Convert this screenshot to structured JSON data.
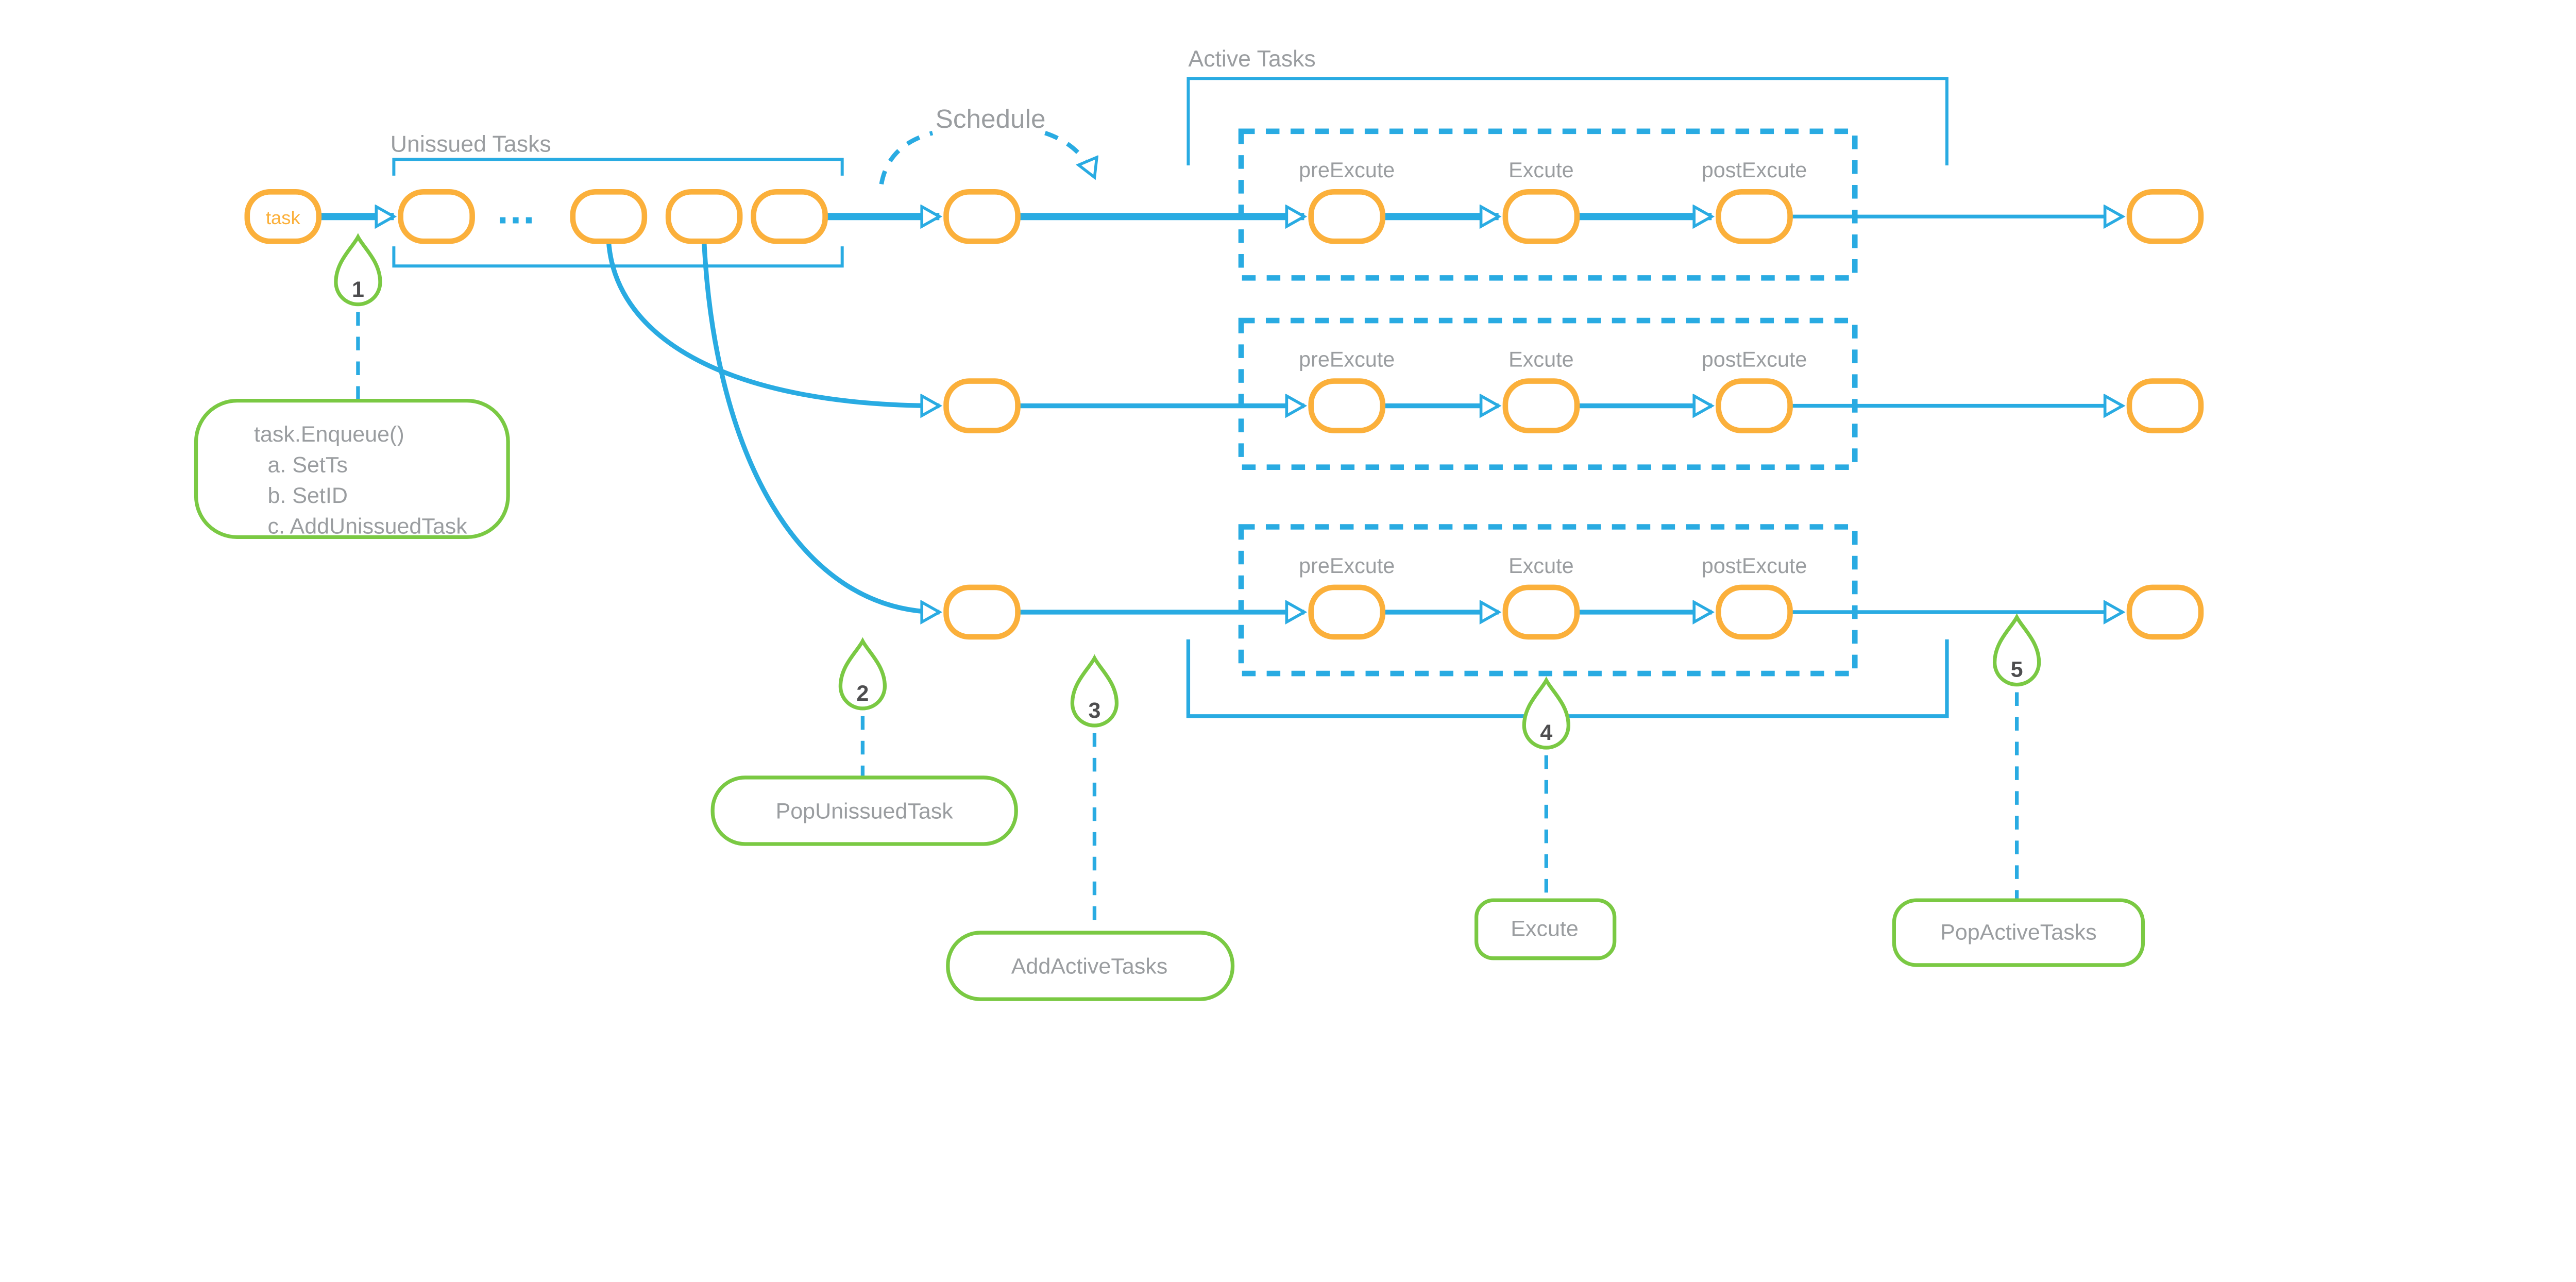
{
  "diagram": {
    "labels": {
      "unissued_tasks": "Unissued Tasks",
      "schedule": "Schedule",
      "active_tasks": "Active Tasks",
      "task_node": "task",
      "ellipsis": "..."
    },
    "rows": [
      {
        "pre": "preExcute",
        "exec": "Excute",
        "post": "postExcute"
      },
      {
        "pre": "preExcute",
        "exec": "Excute",
        "post": "postExcute"
      },
      {
        "pre": "preExcute",
        "exec": "Excute",
        "post": "postExcute"
      }
    ],
    "markers": [
      {
        "number": "1",
        "label_lines": [
          "task.Enqueue()",
          "a. SetTs",
          "b. SetID",
          "c. AddUnissuedTask"
        ]
      },
      {
        "number": "2",
        "label": "PopUnissuedTask"
      },
      {
        "number": "3",
        "label": "AddActiveTasks"
      },
      {
        "number": "4",
        "label": "Excute"
      },
      {
        "number": "5",
        "label": "PopActiveTasks"
      }
    ],
    "colors": {
      "flow_blue": "#29ABE2",
      "node_orange": "#FBB03B",
      "annotation_green": "#7AC943",
      "label_gray": "#9A9DA0",
      "number_gray": "#4D4D4F"
    }
  }
}
